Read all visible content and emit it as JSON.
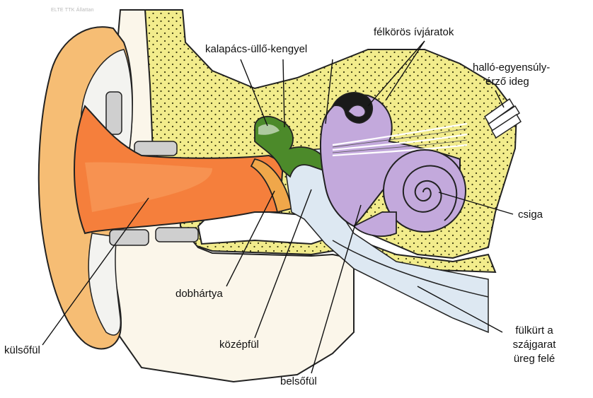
{
  "watermark": "ELTE TTK Állattan",
  "labels": {
    "ossicles": "kalapács-üllő-kengyel",
    "semicircular_canals": "félkörös ívjáratok",
    "nerve_line1": "halló-egyensúly-",
    "nerve_line2": "érző ideg",
    "cochlea": "csiga",
    "eardrum": "dobhártya",
    "outer_ear": "külsőfül",
    "middle_ear": "középfül",
    "inner_ear": "belsőfül",
    "eustachian_line1": "fülkürt a",
    "eustachian_line2": "szájgarat",
    "eustachian_line3": "üreg felé"
  },
  "colors": {
    "bone": "#f2ec8c",
    "bone_dots": "#3a3a10",
    "auricle": "#f6bd74",
    "canal": "#f57f3c",
    "canal_light": "#f89a5a",
    "skin": "#fbf6ea",
    "cartilage": "#f3f3f0",
    "gray_part": "#cfcfcf",
    "inner_ear": "#c3a9dc",
    "inner_dark": "#1a1a1a",
    "ossicle_green": "#4c8a2a",
    "eardrum": "#f0a74a",
    "tube": "#dde8f2",
    "outline": "#222222"
  }
}
